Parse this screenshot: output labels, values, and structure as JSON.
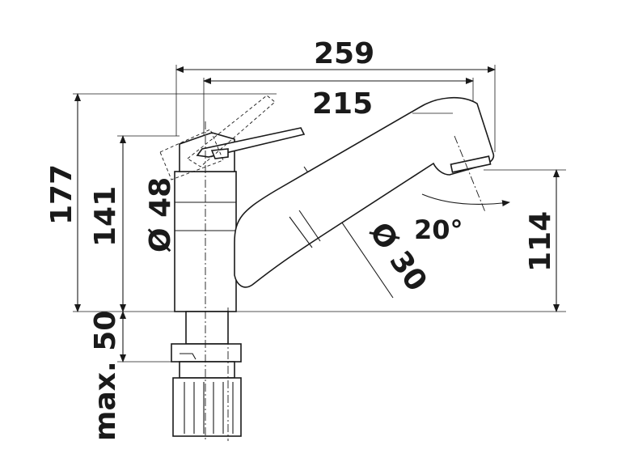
{
  "dimensions": {
    "overall_width": "259",
    "spout_reach": "215",
    "overall_height": "177",
    "spout_height": "141",
    "body_diameter": "Ø 48",
    "spout_diameter": "Ø 30",
    "spray_angle": "20°",
    "outlet_height": "114",
    "mounting_depth": "max. 50"
  }
}
